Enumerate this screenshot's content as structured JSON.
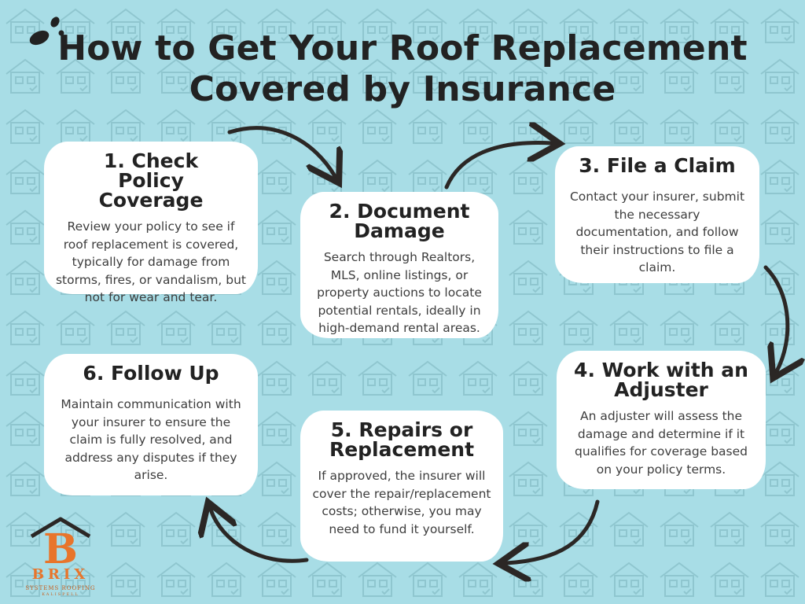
{
  "title": {
    "line1": "How to Get Your Roof Replacement",
    "line2": "Covered by Insurance"
  },
  "colors": {
    "background": "#a8dde6",
    "pattern": "#8fc6cf",
    "card": "#ffffff",
    "text": "#222222",
    "arrow": "#2b2725",
    "brand": "#e8752b"
  },
  "steps": [
    {
      "title": "1. Check Policy Coverage",
      "body": "Review your policy to see if roof replacement is covered, typically for damage from storms, fires, or vandalism, but not for wear and tear."
    },
    {
      "title": "2.  Document Damage",
      "body": "Search through Realtors, MLS, online listings, or property auctions to locate potential rentals, ideally in high-demand rental areas."
    },
    {
      "title": "3. File a Claim",
      "body": "Contact your insurer, submit the necessary documentation, and follow their instructions to file a claim."
    },
    {
      "title": "4.  Work with an Adjuster",
      "body": "An adjuster will assess the damage and determine if it qualifies for coverage based on your policy terms."
    },
    {
      "title": "5.   Repairs or Replacement",
      "body": "If approved, the insurer will cover the repair/replacement costs; otherwise, you may need to fund it yourself."
    },
    {
      "title": "6.  Follow Up",
      "body": "Maintain communication with your insurer to ensure the claim is fully resolved, and address any disputes if they arise."
    }
  ],
  "logo": {
    "letter": "B",
    "word": "BRIX",
    "sub1": "SYSTEMS ROOFING",
    "sub2": "KALISPELL"
  }
}
